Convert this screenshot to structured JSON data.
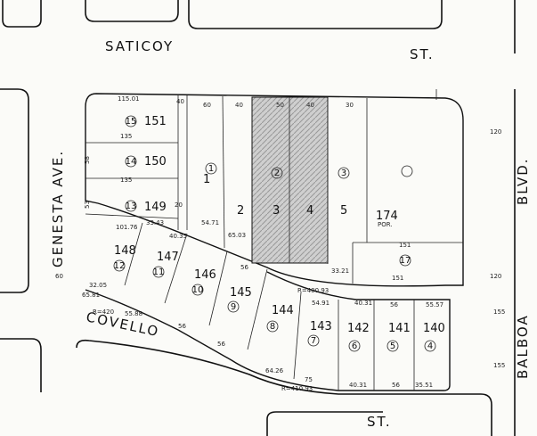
{
  "streets": {
    "north_a": "SATICOY",
    "north_b": "ST.",
    "west": "GENESTA AVE.",
    "east": "BLVD.",
    "east_b": "BALBOA",
    "south_a": "COVELLO",
    "south_b": "ST."
  },
  "lots": {
    "l151": "151",
    "l150": "150",
    "l149": "149",
    "l148": "148",
    "l147": "147",
    "l146": "146",
    "l145": "145",
    "l144": "144",
    "l143": "143",
    "l142": "142",
    "l141": "141",
    "l140": "140",
    "l1": "1",
    "l2": "2",
    "l3": "3",
    "l4": "4",
    "l5": "5",
    "l174": "174",
    "l174por": "POR.",
    "l151b": "151"
  },
  "parcels": {
    "p15": "15",
    "p14": "14",
    "p13": "13",
    "p12": "12",
    "p11": "11",
    "p10": "10",
    "p9": "9",
    "p8": "8",
    "p7": "7",
    "p6": "6",
    "p5": "5",
    "p4": "4",
    "p1": "1",
    "p2": "2",
    "p3": "3",
    "p17": "17"
  },
  "dims": {
    "d1": "115.01",
    "d2": "135",
    "d3": "135",
    "d4": "101.76",
    "d5": "58",
    "d6": "53",
    "d7": "60",
    "d8": "40",
    "d9": "50",
    "d10": "40",
    "d11": "40",
    "d12": "30",
    "d13": "54.71",
    "d14": "65.03",
    "d15": "40.35",
    "d16": "56",
    "d17": "R=400.93",
    "d18": "54.91",
    "d19": "40.31",
    "d20": "56",
    "d21": "55.57",
    "d22": "40.31",
    "d23": "56",
    "d24": "35.51",
    "d25": "R=410.93",
    "d26": "65.81",
    "d27": "55.88",
    "d28": "R=420",
    "d29": "56",
    "d30": "56",
    "d31": "64.26",
    "d32": "75",
    "d33": "33.21",
    "d34": "120",
    "d35": "120",
    "d36": "151",
    "d37": "151",
    "d38": "155",
    "d39": "155",
    "d40": "60",
    "d41": "32.05",
    "d42": "33.43",
    "d43": "20"
  }
}
